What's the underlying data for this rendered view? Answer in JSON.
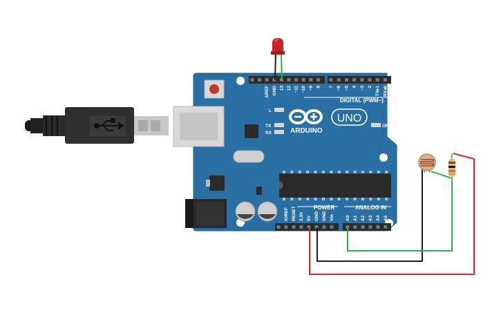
{
  "board": {
    "brand": "ARDUINO",
    "model": "UNO",
    "digital_header_label": "DIGITAL (PWM~)",
    "power_label": "POWER",
    "analog_label": "ANALOG IN",
    "led_l": "L",
    "led_tx": "TX",
    "led_rx": "RX",
    "led_on": "ON",
    "digital_pins": [
      "AREF",
      "GND",
      "13",
      "12",
      "~11",
      "~10",
      "~9",
      "8",
      "7",
      "~6",
      "~5",
      "4",
      "~3",
      "2",
      "TX▸1",
      "RX◂0"
    ],
    "power_pins": [
      "IOREF",
      "RESET",
      "3.3V",
      "5V",
      "GND",
      "GND",
      "Vin"
    ],
    "analog_pins": [
      "A0",
      "A1",
      "A2",
      "A3",
      "A4",
      "A5"
    ]
  },
  "components": {
    "led": "red-led",
    "ldr": "photoresistor",
    "resistor": "resistor",
    "usb": "usb-b-cable"
  },
  "colors": {
    "board": "#2a6fa3",
    "wire_red": "#d9262b",
    "wire_black": "#1a1a1a",
    "wire_green": "#2db33d",
    "led": "#c8242a"
  }
}
